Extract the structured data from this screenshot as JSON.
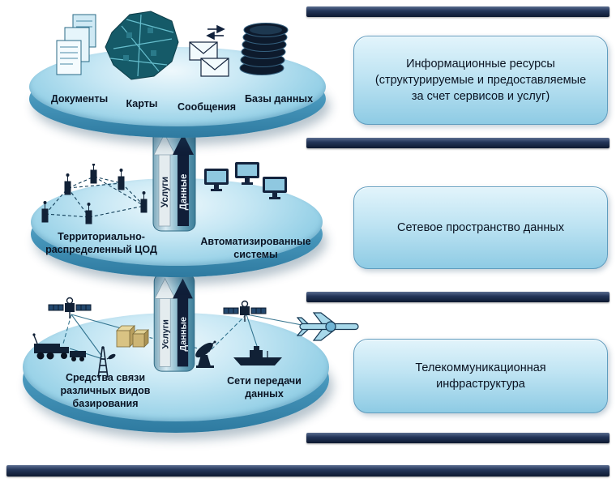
{
  "callouts": {
    "resources": "Информационные ресурсы (структурируемые и предоставляемые за счет сервисов и услуг)",
    "network": "Сетевое пространство данных",
    "telecom": "Телекоммуникационная инфраструктура"
  },
  "disk_top": {
    "items": [
      {
        "label": "Документы",
        "icon": "documents-icon"
      },
      {
        "label": "Карты",
        "icon": "map-icon"
      },
      {
        "label": "Сообщения",
        "icon": "messages-icon"
      },
      {
        "label": "Базы данных",
        "icon": "database-icon"
      }
    ]
  },
  "disk_middle": {
    "datacenter_label": "Территориально-распределенный ЦОД",
    "systems_label": "Автоматизированные системы"
  },
  "disk_bottom": {
    "comms_label": "Средства связи различных видов базирования",
    "networks_label": "Сети передачи данных"
  },
  "pillars": {
    "services": "Услуги",
    "data": "Данные"
  },
  "icons": [
    "documents-icon",
    "map-icon",
    "messages-icon",
    "database-icon",
    "datacenter-network-icon",
    "workstations-icon",
    "satellite-icon",
    "airplane-icon",
    "vehicles-icon",
    "buildings-icon",
    "antenna-tower-icon",
    "radar-dish-icon",
    "ship-icon",
    "services-arrow-up-icon",
    "data-arrow-up-icon"
  ],
  "colors": {
    "bar": "#16233f",
    "disk": "#9fd3e8",
    "callout": "#aadcef",
    "dark_icon": "#112136"
  }
}
